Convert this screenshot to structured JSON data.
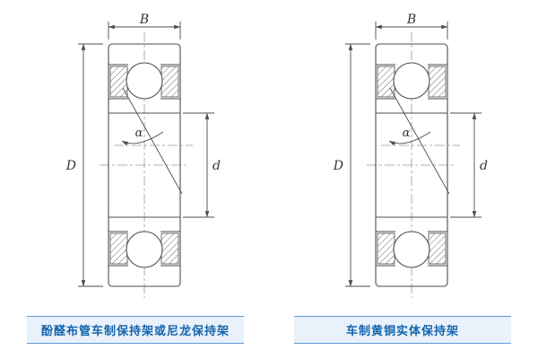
{
  "diagrams": [
    {
      "caption": "酚醛布管车制保持架或尼龙保持架",
      "labels": {
        "width": "B",
        "outer_diameter": "D",
        "bore_diameter": "d",
        "contact_angle": "α"
      }
    },
    {
      "caption": "车制黄铜实体保持架",
      "labels": {
        "width": "B",
        "outer_diameter": "D",
        "bore_diameter": "d",
        "contact_angle": "α"
      }
    }
  ],
  "colors": {
    "line": "#4d4d4d",
    "centerline": "#999999",
    "caption_text": "#1565ad",
    "caption_background": "#e9f2fa",
    "caption_border": "#5b9bd5"
  }
}
